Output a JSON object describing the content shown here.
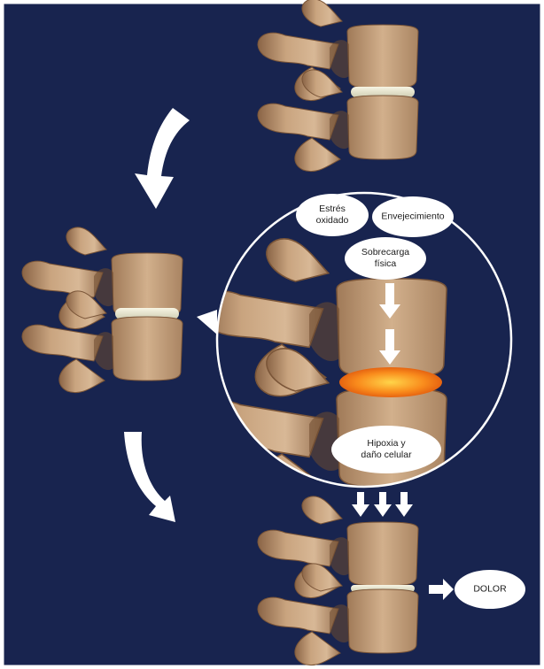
{
  "labels": {
    "oxidative_stress": "Estrés\noxidado",
    "aging": "Envejecimiento",
    "physical_overload": "Sobrecarga\nfísica",
    "hypoxia": "Hipoxia y\ndaño celular",
    "pain": "DOLOR"
  },
  "colors": {
    "background": "#18244f",
    "border": "#ffffff",
    "bone": "#c9a47f",
    "bone_shadow": "#8a6446",
    "disc_healthy": "#ecebd6",
    "disc_inflamed": "#f57d16",
    "arrow": "#ffffff",
    "bubble": "#ffffff"
  }
}
